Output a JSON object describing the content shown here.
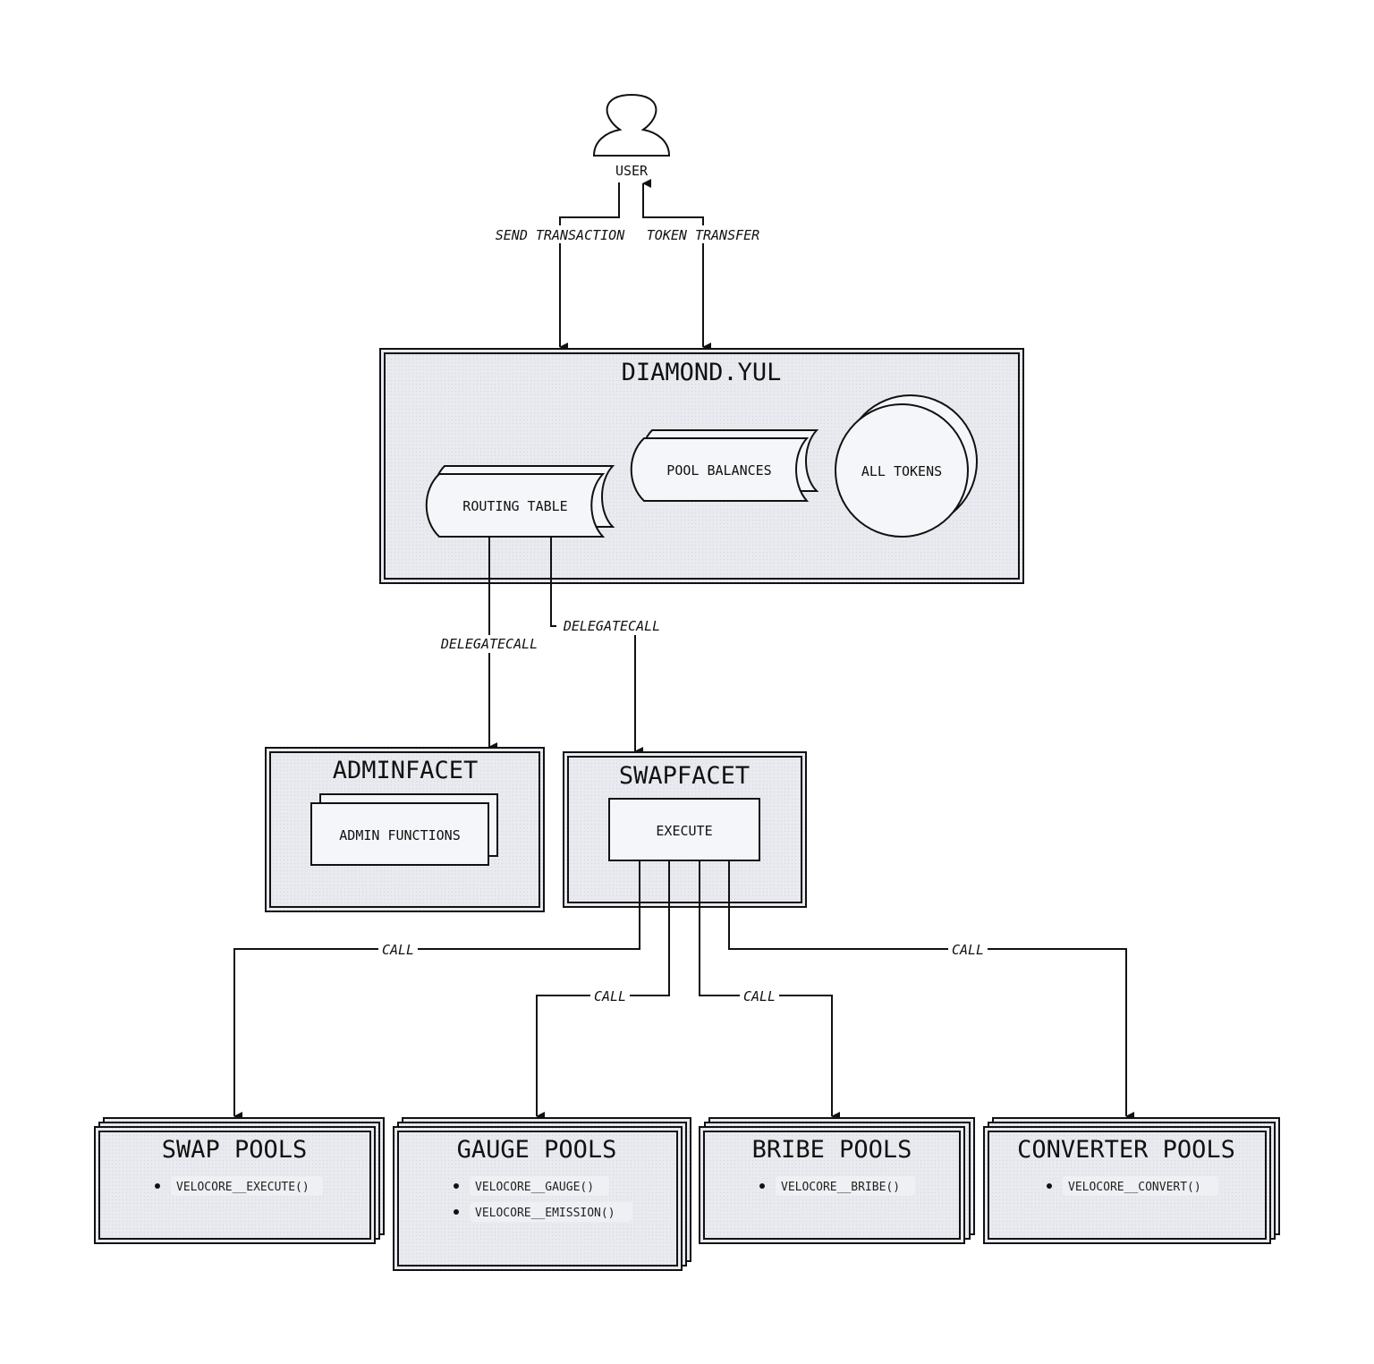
{
  "user": {
    "label": "USER"
  },
  "edges": {
    "send": "SEND TRANSACTION",
    "transfer": "TOKEN TRANSFER",
    "delegate1": "DELEGATECALL",
    "delegate2": "DELEGATECALL",
    "call": "CALL"
  },
  "diamond": {
    "title": "DIAMOND.YUL",
    "routing": "ROUTING TABLE",
    "balances": "POOL BALANCES",
    "tokens": "ALL TOKENS"
  },
  "admin": {
    "title": "ADMINFACET",
    "functions": "ADMIN FUNCTIONS"
  },
  "swap": {
    "title": "SWAPFACET",
    "execute": "EXECUTE"
  },
  "pools": [
    {
      "title": "SWAP POOLS",
      "items": [
        "VELOCORE__EXECUTE()"
      ]
    },
    {
      "title": "GAUGE POOLS",
      "items": [
        "VELOCORE__GAUGE()",
        "VELOCORE__EMISSION()"
      ]
    },
    {
      "title": "BRIBE POOLS",
      "items": [
        "VELOCORE__BRIBE()"
      ]
    },
    {
      "title": "CONVERTER POOLS",
      "items": [
        "VELOCORE__CONVERT()"
      ]
    }
  ],
  "colors": {
    "stroke": "#111111",
    "panel": "#e8e9ee",
    "node": "#f5f6f9"
  }
}
